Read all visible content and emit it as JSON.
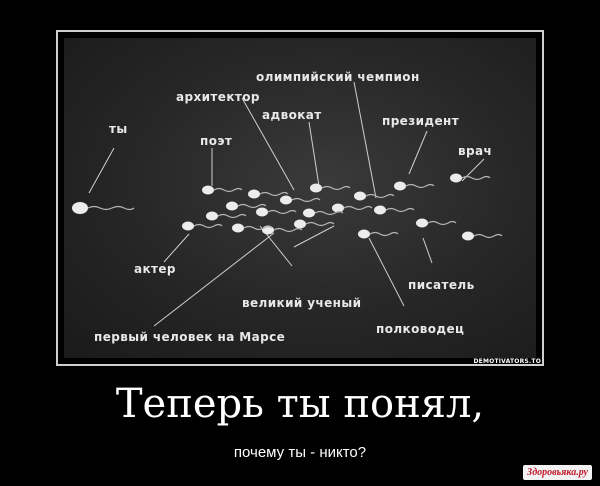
{
  "diagram": {
    "labels": {
      "ty": "ты",
      "arkhitektor": "архитектор",
      "olimpiyskiy_chempion": "олимпийский чемпион",
      "advokat": "адвокат",
      "poet": "поэт",
      "prezident": "президент",
      "vrach": "врач",
      "akter": "актер",
      "pisatel": "писатель",
      "velikiy_uchenyy": "великий ученый",
      "polkovodets": "полководец",
      "pervyy_chelovek": "первый человек на Марсе"
    },
    "watermark": "DEMOTIVATORS.TO"
  },
  "caption": {
    "headline": "Теперь ты понял,",
    "subline": "почему ты - никто?"
  },
  "site_logo": "Здоровьяка.ру",
  "colors": {
    "background": "#000000",
    "frame": "#cfcfcf",
    "text": "#ffffff",
    "logo": "#c4182c"
  }
}
